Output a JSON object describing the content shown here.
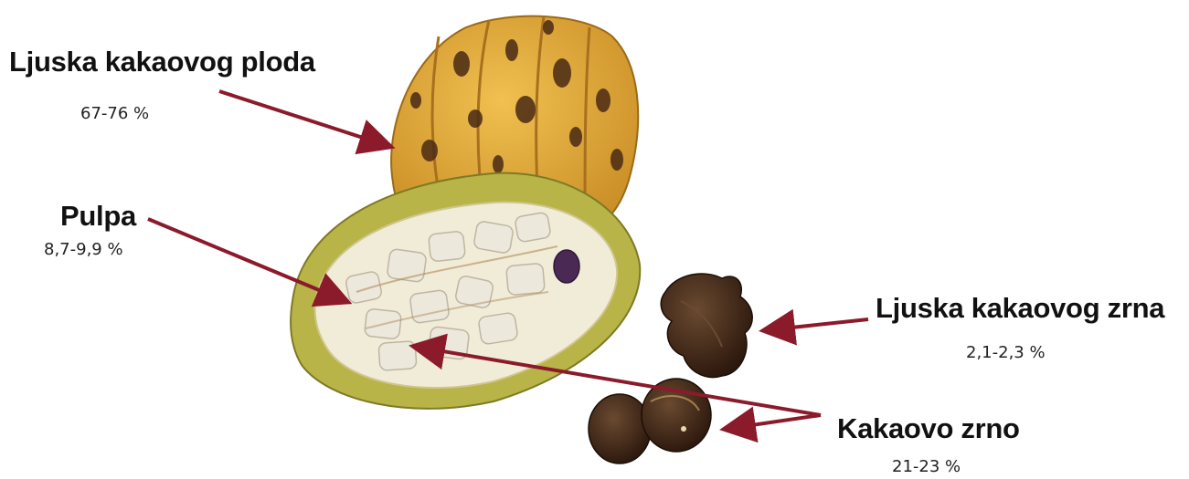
{
  "labels": {
    "pod_husk": {
      "title": "Ljuska kakaovog ploda",
      "percent": "67-76 %"
    },
    "pulp": {
      "title": "Pulpa",
      "percent": "8,7-9,9 %"
    },
    "bean_shell": {
      "title": "Ljuska kakaovog zrna",
      "percent": "2,1-2,3 %"
    },
    "cocoa_bean": {
      "title": "Kakaovo zrno",
      "percent": "21-23 %"
    }
  },
  "colors": {
    "arrow": "#8b1a2b",
    "pod_yellow": "#e0a93a",
    "pod_spots": "#4a2a14",
    "pod_inner_green": "#b9b447",
    "pulp_white": "#ece8dc",
    "bean_brown": "#3b2416"
  }
}
